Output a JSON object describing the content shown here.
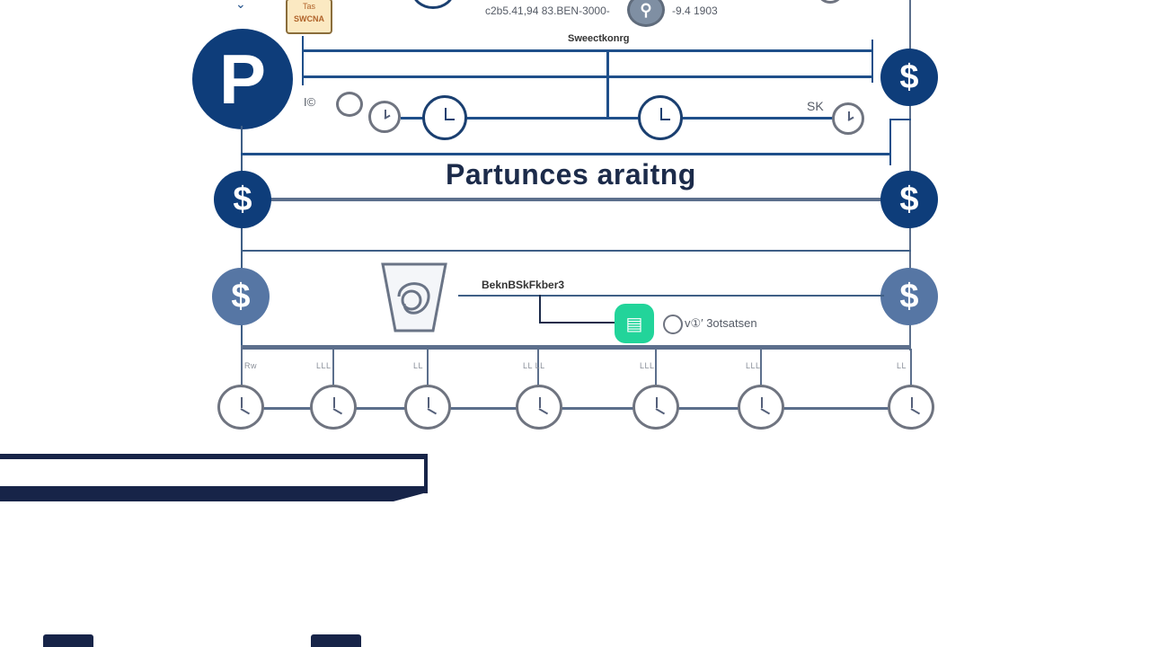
{
  "diagram": {
    "title": "Partunces araitng",
    "header_text": {
      "top_numbers_left": "c2b5.41,94 83.BEN-3000-",
      "top_numbers_right": "-9.4 1903",
      "subheader": "Sweectkonrg",
      "note_card_top": "Tas",
      "note_card_bottom": "SWCNA"
    },
    "row1": {
      "left_label": "I©",
      "right_label": "SK"
    },
    "row3": {
      "branch_label": "BeknBSkFkber3",
      "green_node_label": "v①′ 3otsatsen"
    },
    "bottom_timeline": {
      "labels": [
        "Rw",
        "LLL",
        "LL",
        "LL LL",
        "LLL",
        "LLL",
        "LL"
      ],
      "clock_count": 7
    },
    "nodes": {
      "parking": "P",
      "dollar": "$"
    },
    "colors": {
      "navy": "#0e3d7a",
      "steel_blue": "#5676a4",
      "line_blue": "#1f4f8a",
      "gray_line": "#5c6f8c",
      "teal": "#22d49a",
      "dark_bar": "#172448",
      "note_fill": "#fbe9c2"
    }
  }
}
